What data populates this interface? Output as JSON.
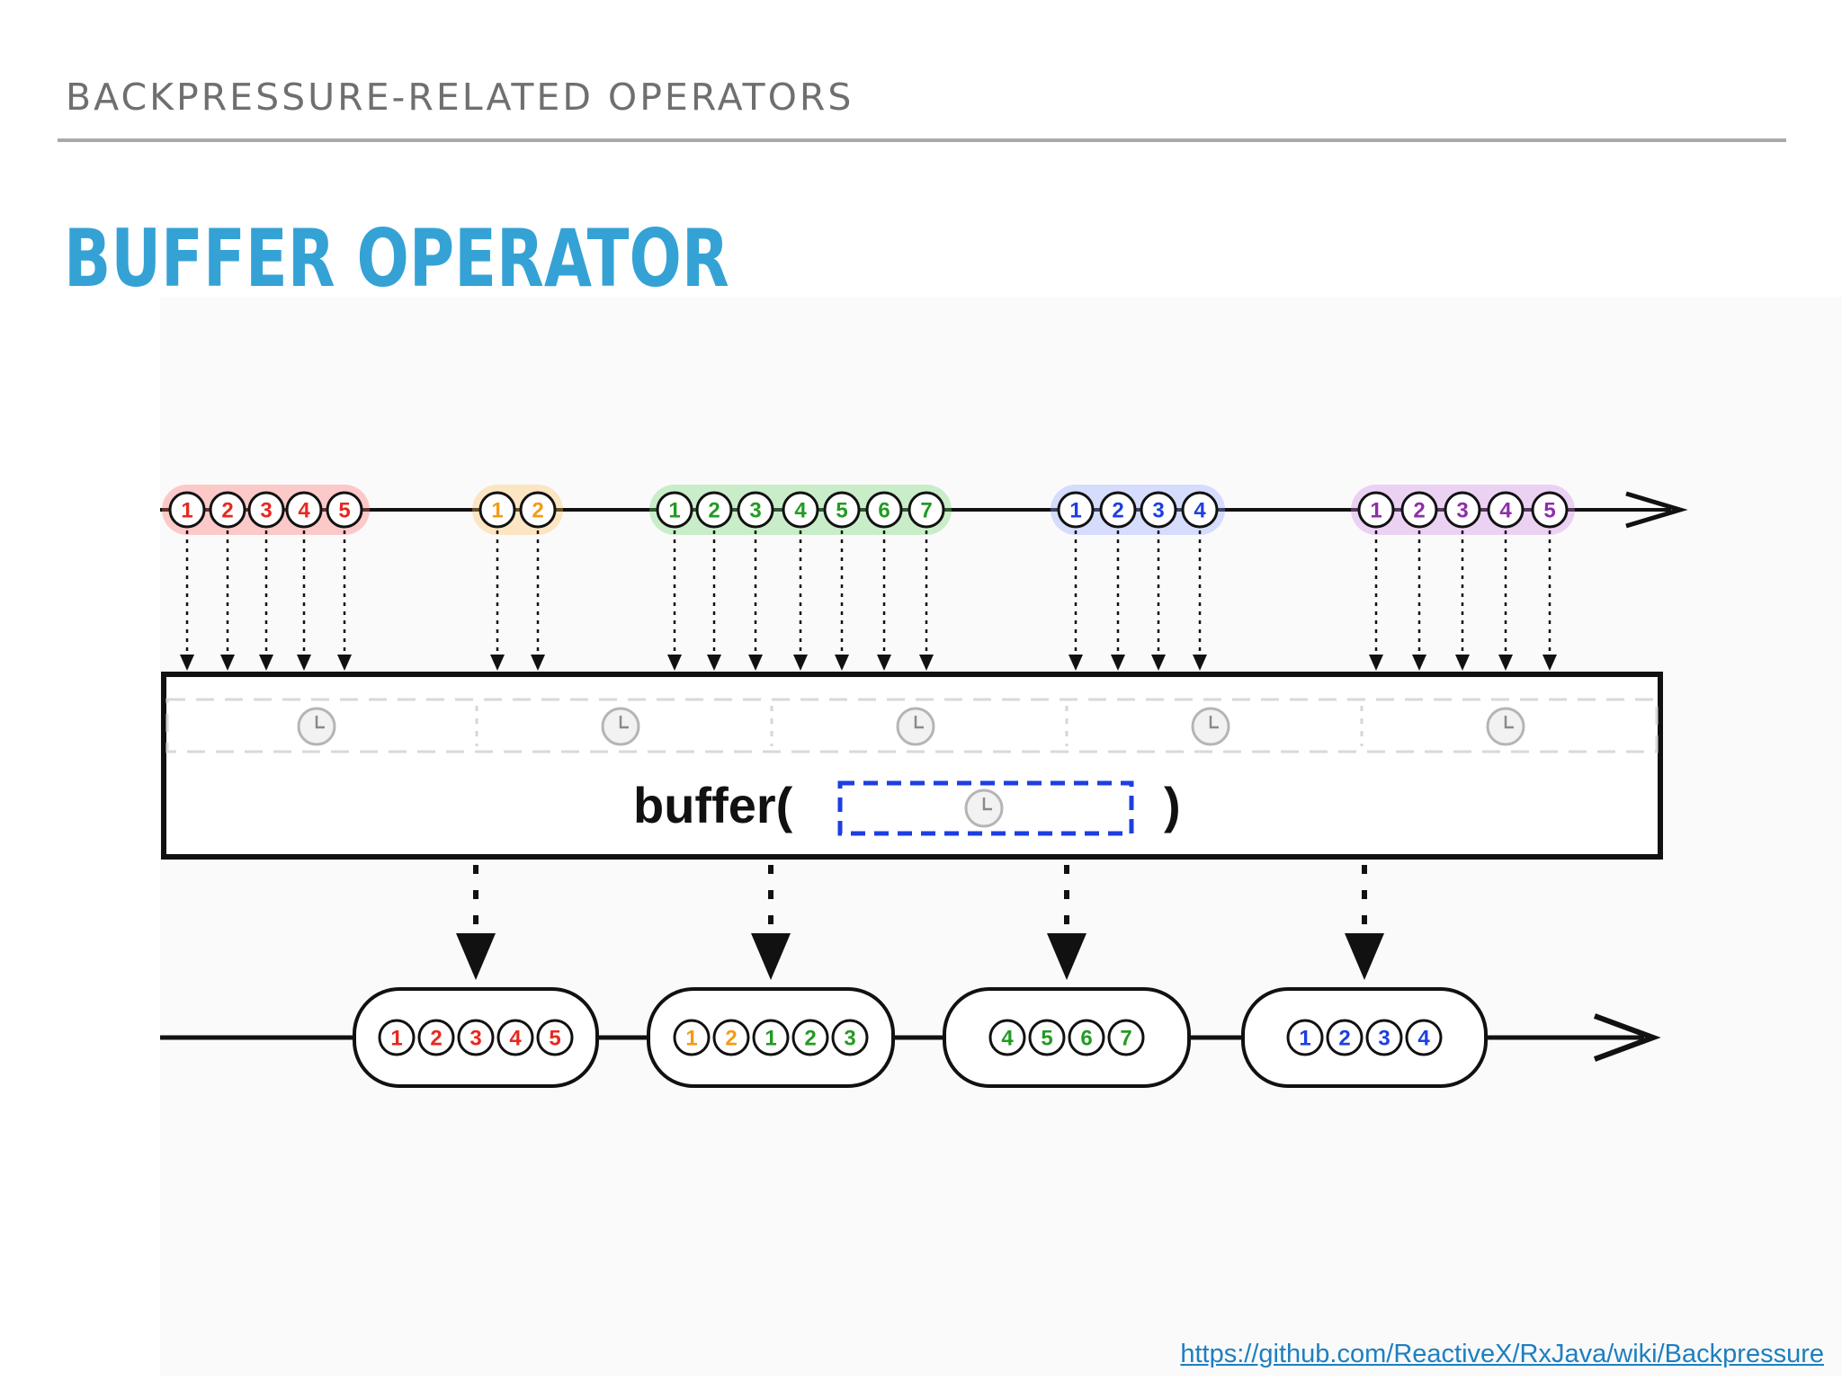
{
  "header": {
    "section": "BACKPRESSURE-RELATED OPERATORS",
    "title": "BUFFER OPERATOR"
  },
  "diagram": {
    "operator_label": "buffer(",
    "operator_close": ")",
    "colors": {
      "red": "#e8281f",
      "orange": "#f39c12",
      "green": "#229b22",
      "blue": "#1d3fe0",
      "purple": "#8e2ea8",
      "timer": "#c8c8c8"
    },
    "input_groups": [
      {
        "color": "red",
        "items": [
          "1",
          "2",
          "3",
          "4",
          "5"
        ]
      },
      {
        "color": "orange",
        "items": [
          "1",
          "2"
        ]
      },
      {
        "color": "green",
        "items": [
          "1",
          "2",
          "3",
          "4",
          "5",
          "6",
          "7"
        ]
      },
      {
        "color": "blue",
        "items": [
          "1",
          "2",
          "3",
          "4"
        ]
      },
      {
        "color": "purple",
        "items": [
          "1",
          "2",
          "3",
          "4",
          "5"
        ]
      }
    ],
    "output_buffers": [
      [
        {
          "v": "1",
          "c": "red"
        },
        {
          "v": "2",
          "c": "red"
        },
        {
          "v": "3",
          "c": "red"
        },
        {
          "v": "4",
          "c": "red"
        },
        {
          "v": "5",
          "c": "red"
        }
      ],
      [
        {
          "v": "1",
          "c": "orange"
        },
        {
          "v": "2",
          "c": "orange"
        },
        {
          "v": "1",
          "c": "green"
        },
        {
          "v": "2",
          "c": "green"
        },
        {
          "v": "3",
          "c": "green"
        }
      ],
      [
        {
          "v": "4",
          "c": "green"
        },
        {
          "v": "5",
          "c": "green"
        },
        {
          "v": "6",
          "c": "green"
        },
        {
          "v": "7",
          "c": "green"
        }
      ],
      [
        {
          "v": "1",
          "c": "blue"
        },
        {
          "v": "2",
          "c": "blue"
        },
        {
          "v": "3",
          "c": "blue"
        },
        {
          "v": "4",
          "c": "blue"
        }
      ]
    ]
  },
  "footer": {
    "source_url": "https://github.com/ReactiveX/RxJava/wiki/Backpressure"
  }
}
